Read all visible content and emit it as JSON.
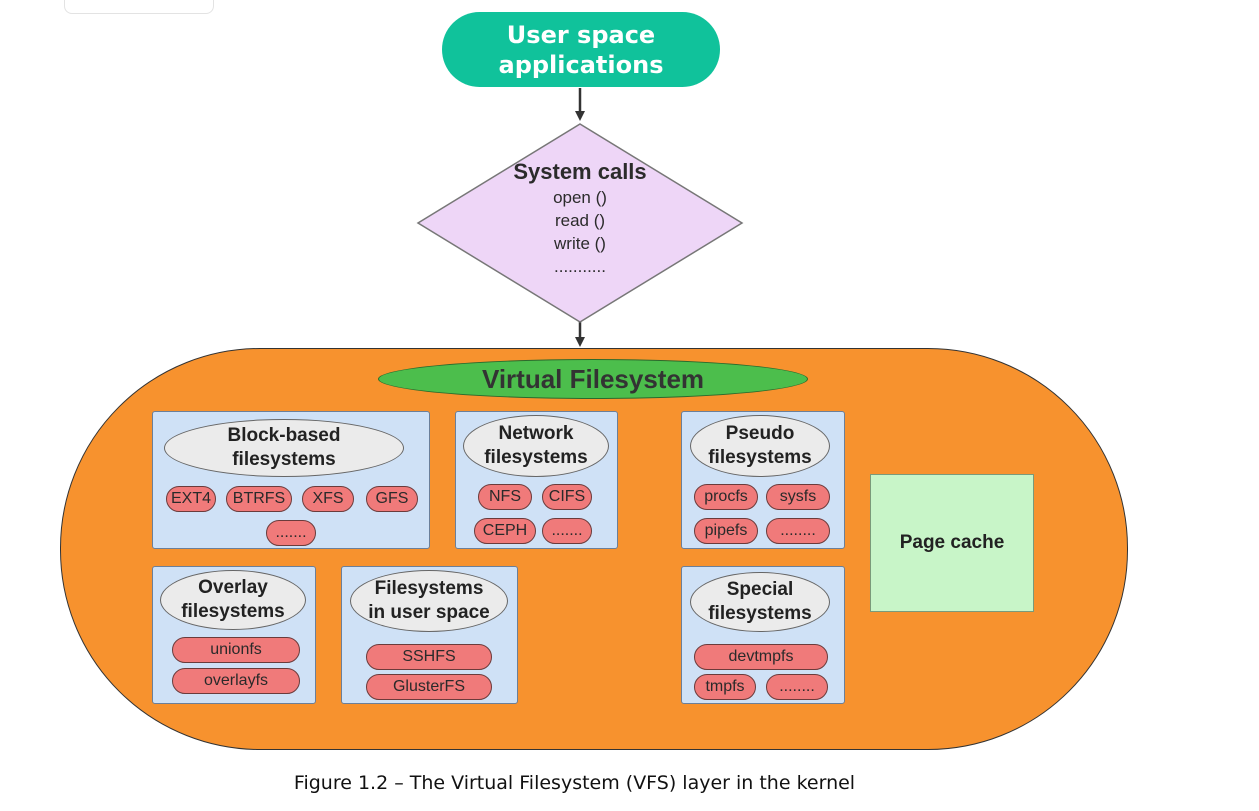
{
  "user_space": {
    "label": "User space\napplications",
    "color": "#10c29b"
  },
  "syscalls": {
    "title": "System calls",
    "items": [
      "open ()",
      "read ()",
      "write ()",
      "..........."
    ],
    "color": "#eed6f7"
  },
  "vfs": {
    "title": "Virtual Filesystem",
    "outer_color": "#f7922e",
    "groups": {
      "block": {
        "title": "Block-based\nfilesystems",
        "items": [
          "EXT4",
          "BTRFS",
          "XFS",
          "GFS",
          "......."
        ]
      },
      "network": {
        "title": "Network\nfilesystems",
        "items": [
          "NFS",
          "CIFS",
          "CEPH",
          "......."
        ]
      },
      "pseudo": {
        "title": "Pseudo\nfilesystems",
        "items": [
          "procfs",
          "sysfs",
          "pipefs",
          "........"
        ]
      },
      "overlay": {
        "title": "Overlay\nfilesystems",
        "items": [
          "unionfs",
          "overlayfs"
        ]
      },
      "fuse": {
        "title": "Filesystems\nin user space",
        "items": [
          "SSHFS",
          "GlusterFS"
        ]
      },
      "special": {
        "title": "Special\nfilesystems",
        "items": [
          "devtmpfs",
          "tmpfs",
          "........"
        ]
      }
    },
    "page_cache": "Page cache"
  },
  "caption": "Figure 1.2 – The Virtual Filesystem (VFS) layer in the kernel"
}
